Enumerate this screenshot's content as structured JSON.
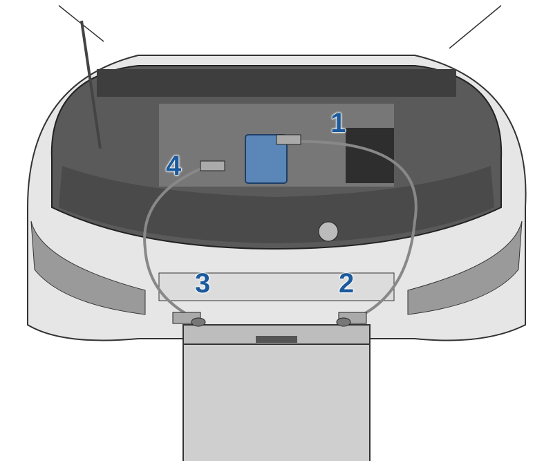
{
  "colors": {
    "callout": "#1b5a9c",
    "body": "#e4e4e4",
    "bay": "#4a4a4a",
    "battery": "#cfcfcf",
    "jump_box": "#5a86b8"
  },
  "callouts": [
    {
      "label": "1",
      "icon": "booster-battery-positive"
    },
    {
      "label": "2",
      "icon": "battery-positive-terminal"
    },
    {
      "label": "3",
      "icon": "battery-negative-terminal"
    },
    {
      "label": "4",
      "icon": "ground-point"
    }
  ]
}
